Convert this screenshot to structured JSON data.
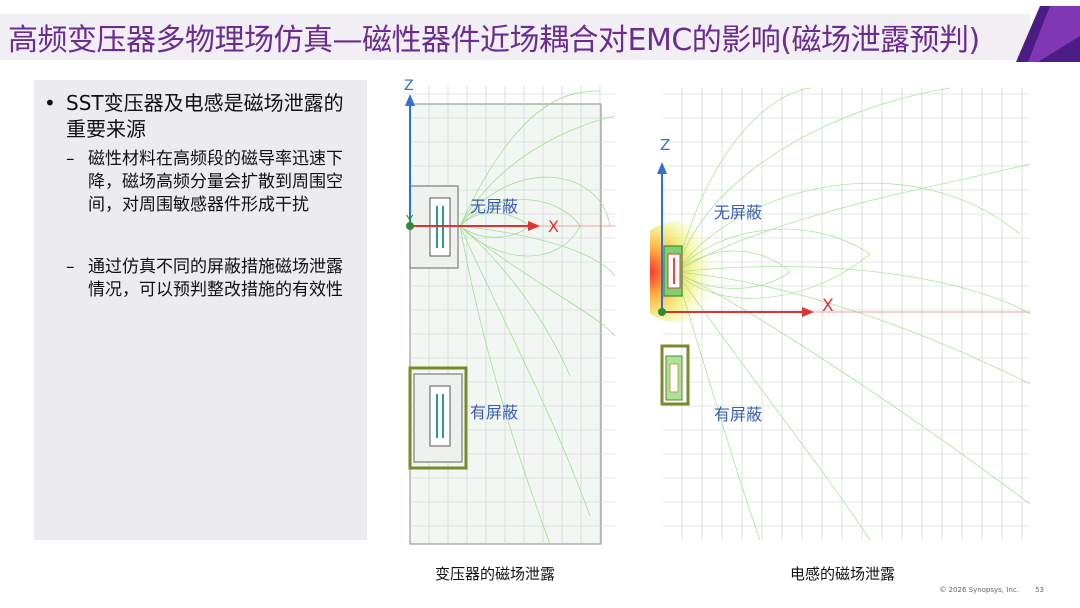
{
  "slide": {
    "title": "高频变压器多物理场仿真—磁性器件近场耦合对EMC的影响(磁场泄露预判)",
    "accent_color": "#6b2c91",
    "corner_colors": [
      "#4a1c84",
      "#8e3fc0"
    ]
  },
  "left_panel": {
    "bullet": "SST变压器及电感是磁场泄露的重要来源",
    "sub_items": [
      "磁性材料在高频段的磁导率迅速下降，磁场高频分量会扩散到周围空间，对周围敏感器件形成干扰",
      "通过仿真不同的屏蔽措施磁场泄露情况，可以预判整改措施的有效性"
    ]
  },
  "figures": {
    "transformer": {
      "caption": "变压器的磁场泄露",
      "axis_z": "Z",
      "axis_x": "X",
      "axis_y": "Y",
      "label_unshielded": "无屏蔽",
      "label_shielded": "有屏蔽"
    },
    "inductor": {
      "caption": "电感的磁场泄露",
      "axis_z": "Z",
      "axis_x": "X",
      "label_unshielded": "无屏蔽",
      "label_shielded": "有屏蔽"
    }
  },
  "footer": {
    "copyright": "© 2026 Synopsys, Inc.",
    "page_number": "53"
  }
}
